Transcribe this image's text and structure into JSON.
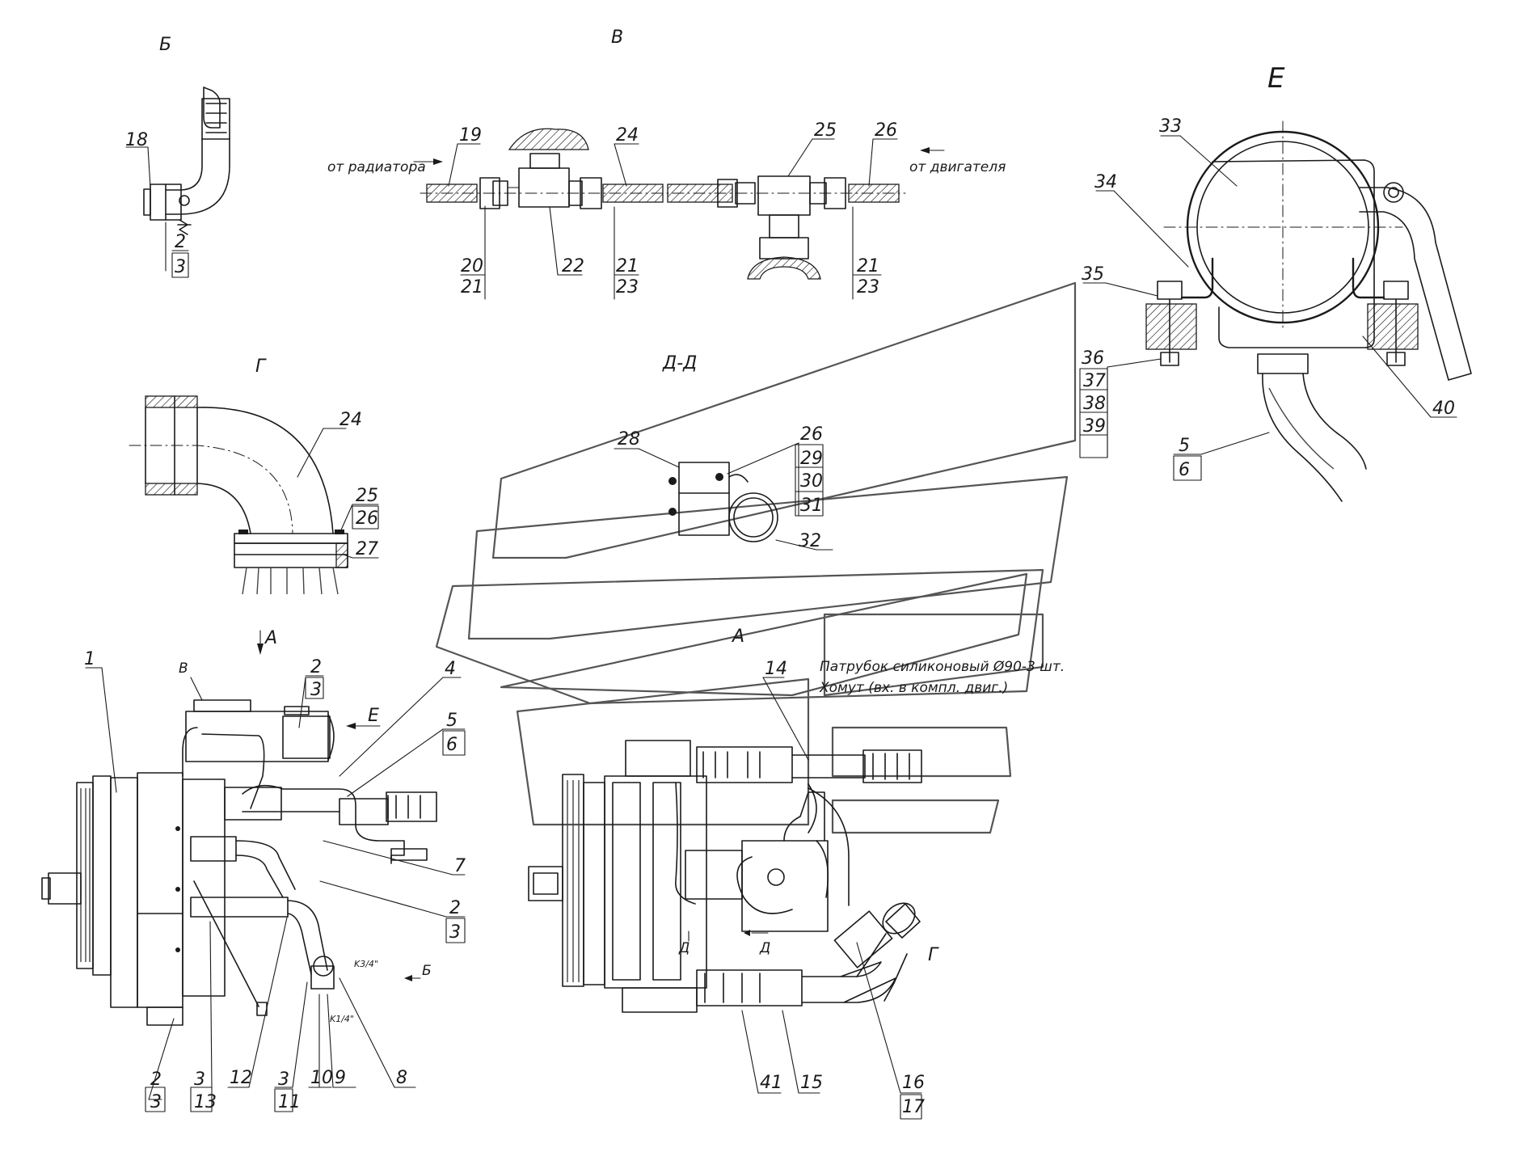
{
  "views": {
    "b": "Б",
    "v": "В",
    "g": "Г",
    "d": "Д-Д",
    "e": "Е",
    "a": "А"
  },
  "flow": {
    "from_radiator": "от радиатора",
    "from_engine": "от двигателя"
  },
  "note": {
    "line1": "Патрубок силиконовый Ø90-3 шт.",
    "line2": "Хомут (вх. в компл. двиг.)"
  },
  "threads": {
    "t1": "K3/4\"",
    "t2": "K1/4\""
  },
  "markers": {
    "a": "А",
    "d": "Д",
    "b": "Б",
    "e": "Е",
    "v": "В",
    "g": "Г"
  },
  "callouts": {
    "n1": "1",
    "n2": "2",
    "n3": "3",
    "n4": "4",
    "n5": "5",
    "n6": "6",
    "n7": "7",
    "n8": "8",
    "n9": "9",
    "n10": "10",
    "n11": "11",
    "n12": "12",
    "n13": "13",
    "n14": "14",
    "n15": "15",
    "n16": "16",
    "n17": "17",
    "n18": "18",
    "n19": "19",
    "n20": "20",
    "n21": "21",
    "n22": "22",
    "n23": "23",
    "n24": "24",
    "n25": "25",
    "n26": "26",
    "n27": "27",
    "n28": "28",
    "n29": "29",
    "n30": "30",
    "n31": "31",
    "n32": "32",
    "n33": "33",
    "n34": "34",
    "n35": "35",
    "n36": "36",
    "n37": "37",
    "n38": "38",
    "n39": "39",
    "n40": "40",
    "n41": "41"
  }
}
